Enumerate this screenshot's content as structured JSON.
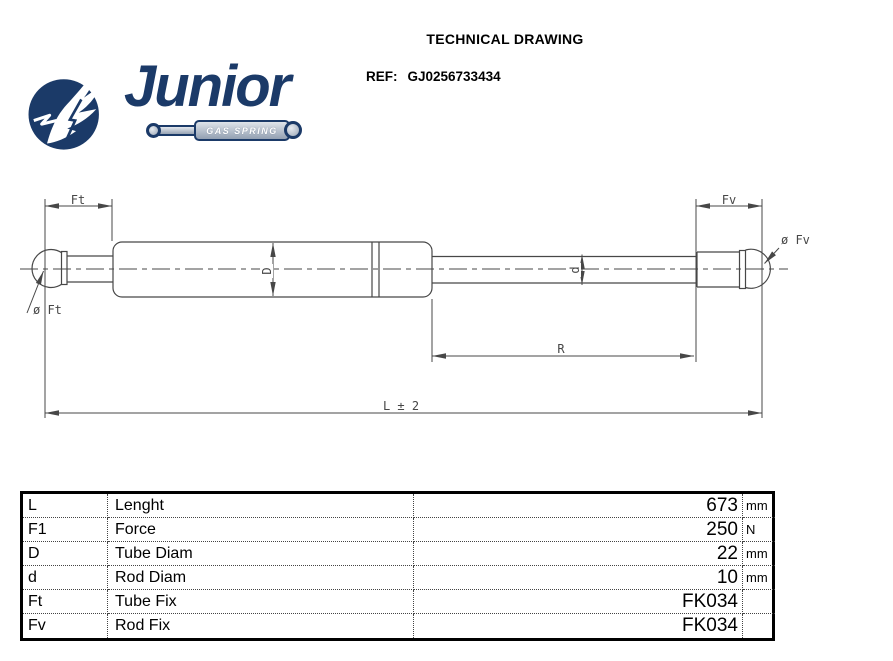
{
  "header": {
    "title": "TECHNICAL DRAWING",
    "ref_label": "REF:",
    "ref_value": "GJ0256733434",
    "logo": {
      "brand": "Junior",
      "tagline": "GAS SPRING",
      "navy": "#1b3a68",
      "silver": "#a7b1c0"
    }
  },
  "drawing": {
    "line_color": "#474747",
    "labels": {
      "tube_fix_dim": "Ft",
      "rod_fix_dim": "Fv",
      "tube_fix_dia": "ø  Ft",
      "rod_fix_dia": "ø  Fv",
      "tube_diam": "D",
      "rod_diam": "d",
      "rod_stroke": "R",
      "total_length": "L ± 2"
    }
  },
  "table": {
    "rows": [
      {
        "symbol": "L",
        "label": "Lenght",
        "value": "673",
        "unit": "mm"
      },
      {
        "symbol": "F1",
        "label": "Force",
        "value": "250",
        "unit": "N"
      },
      {
        "symbol": "D",
        "label": "Tube Diam",
        "value": "22",
        "unit": "mm"
      },
      {
        "symbol": "d",
        "label": "Rod Diam",
        "value": "10",
        "unit": "mm"
      },
      {
        "symbol": "Ft",
        "label": "Tube Fix",
        "value": "FK034",
        "unit": ""
      },
      {
        "symbol": "Fv",
        "label": "Rod Fix",
        "value": "FK034",
        "unit": ""
      }
    ]
  }
}
